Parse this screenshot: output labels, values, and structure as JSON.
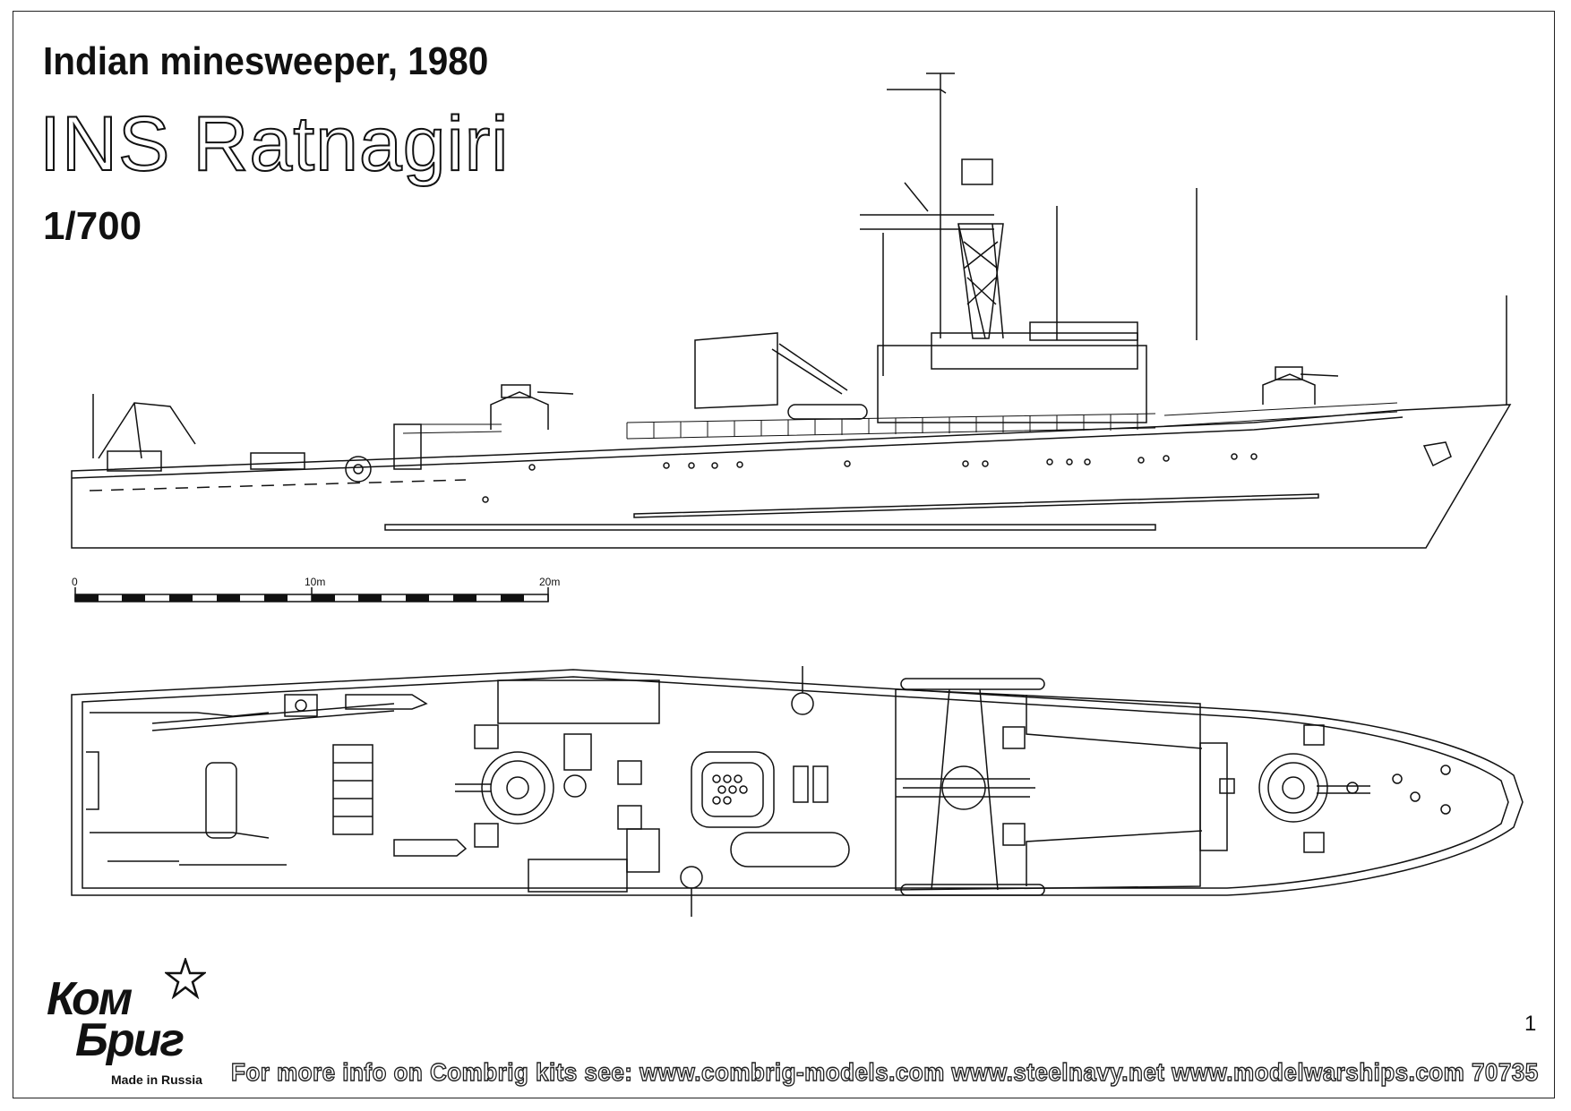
{
  "title": {
    "subtitle": "Indian minesweeper, 1980",
    "ship_name": "INS Ratnagiri",
    "scale": "1/700"
  },
  "scale_bar": {
    "labels": [
      "0",
      "10m",
      "20m"
    ]
  },
  "page_number": "1",
  "footer": {
    "text": "For more info on Combrig kits see: www.combrig-models.com www.steelnavy.net  www.modelwarships.com  70735"
  },
  "logo": {
    "line1": "Ком",
    "line2": "Бриг",
    "made_in": "Made in Russia"
  }
}
